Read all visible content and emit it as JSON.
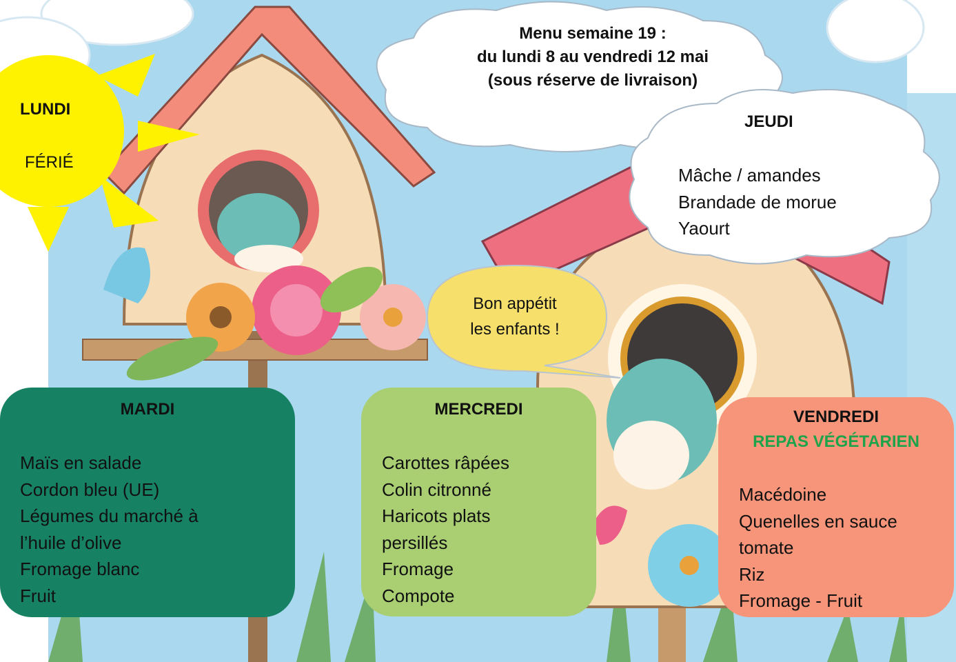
{
  "header": {
    "line1": "Menu semaine 19 :",
    "line2": "du lundi 8 au vendredi 12 mai",
    "line3": "(sous réserve de livraison)"
  },
  "lundi": {
    "title": "LUNDI",
    "note": "FÉRIÉ"
  },
  "jeudi": {
    "title": "JEUDI",
    "items": [
      "Mâche / amandes",
      "Brandade de morue",
      "Yaourt"
    ]
  },
  "speech": {
    "line1": "Bon appétit",
    "line2": "les enfants !"
  },
  "mardi": {
    "title": "MARDI",
    "items": [
      "Maïs en salade",
      "Cordon bleu (UE)",
      "Légumes du marché à",
      "l’huile d’olive",
      "Fromage blanc",
      "Fruit"
    ]
  },
  "mercredi": {
    "title": "MERCREDI",
    "items": [
      "Carottes râpées",
      "Colin citronné",
      "Haricots plats",
      "persillés",
      "Fromage",
      "Compote"
    ]
  },
  "vendredi": {
    "title": "VENDREDI",
    "subtitle": "REPAS VÉGÉTARIEN",
    "items": [
      "Macédoine",
      "Quenelles en sauce",
      "tomate",
      "Riz",
      "Fromage - Fruit"
    ]
  },
  "colors": {
    "sky": "#a9d8ef",
    "sun": "#fff200",
    "mardi": "#178164",
    "mercredi": "#a9cf72",
    "vendredi": "#f7957a",
    "vegetarien": "#1fa34a",
    "speech": "#f6e06b"
  }
}
